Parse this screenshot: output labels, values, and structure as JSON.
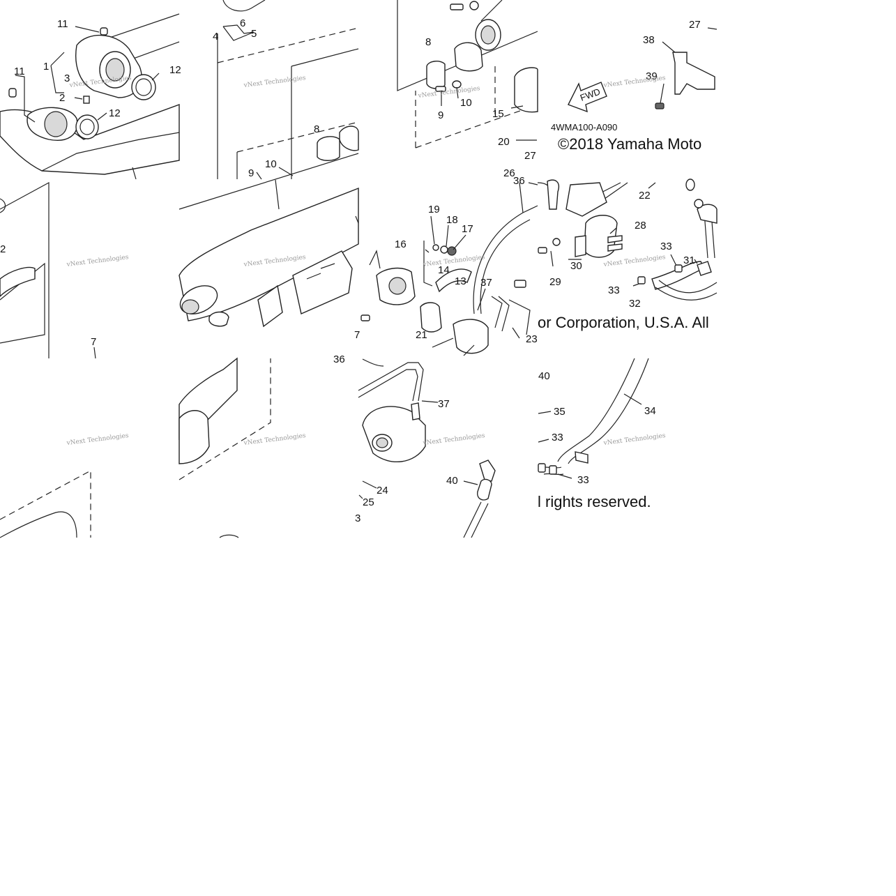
{
  "diagram": {
    "callouts": [
      {
        "id": "c11a",
        "text": "11"
      },
      {
        "id": "c1",
        "text": "1"
      },
      {
        "id": "c3",
        "text": "3"
      },
      {
        "id": "c2",
        "text": "2"
      },
      {
        "id": "c11b",
        "text": "11"
      },
      {
        "id": "c12a",
        "text": "12"
      },
      {
        "id": "c12b",
        "text": "12"
      },
      {
        "id": "c6",
        "text": "6"
      },
      {
        "id": "c4",
        "text": "4"
      },
      {
        "id": "c5",
        "text": "5"
      },
      {
        "id": "c8a",
        "text": "8"
      },
      {
        "id": "c10a",
        "text": "10"
      },
      {
        "id": "c9a",
        "text": "9"
      },
      {
        "id": "c8b",
        "text": "8"
      },
      {
        "id": "c9b",
        "text": "9"
      },
      {
        "id": "c10b",
        "text": "10"
      },
      {
        "id": "c15",
        "text": "15"
      },
      {
        "id": "c20",
        "text": "20"
      },
      {
        "id": "c27a",
        "text": "27"
      },
      {
        "id": "c27b",
        "text": "27"
      },
      {
        "id": "c38",
        "text": "38"
      },
      {
        "id": "c39",
        "text": "39"
      },
      {
        "id": "c2b",
        "text": "2"
      },
      {
        "id": "c7",
        "text": "7"
      },
      {
        "id": "c26",
        "text": "26"
      },
      {
        "id": "c36a",
        "text": "36"
      },
      {
        "id": "c22",
        "text": "22"
      },
      {
        "id": "c19",
        "text": "19"
      },
      {
        "id": "c18",
        "text": "18"
      },
      {
        "id": "c17",
        "text": "17"
      },
      {
        "id": "c16",
        "text": "16"
      },
      {
        "id": "c14",
        "text": "14"
      },
      {
        "id": "c13",
        "text": "13"
      },
      {
        "id": "c37a",
        "text": "37"
      },
      {
        "id": "c21",
        "text": "21"
      },
      {
        "id": "c23",
        "text": "23"
      },
      {
        "id": "c28",
        "text": "28"
      },
      {
        "id": "c33a",
        "text": "33"
      },
      {
        "id": "c31",
        "text": "31"
      },
      {
        "id": "c30",
        "text": "30"
      },
      {
        "id": "c29",
        "text": "29"
      },
      {
        "id": "c33b",
        "text": "33"
      },
      {
        "id": "c32",
        "text": "32"
      },
      {
        "id": "c36b",
        "text": "36"
      },
      {
        "id": "c37b",
        "text": "37"
      },
      {
        "id": "c24",
        "text": "24"
      },
      {
        "id": "c25",
        "text": "25"
      },
      {
        "id": "c40a",
        "text": "40"
      },
      {
        "id": "c40b",
        "text": "40"
      },
      {
        "id": "c35",
        "text": "35"
      },
      {
        "id": "c34",
        "text": "34"
      },
      {
        "id": "c33c",
        "text": "33"
      },
      {
        "id": "c33d",
        "text": "33"
      },
      {
        "id": "c7b",
        "text": "7"
      },
      {
        "id": "c3b",
        "text": "3"
      }
    ],
    "drawing_code": "4WMA100-A090",
    "copyright_part1": "©2018 Yamaha Moto",
    "copyright_part2": "or Corporation, U.S.A. All",
    "copyright_part3": "l rights reserved.",
    "fwd_label": "FWD",
    "watermark_text": "vNext Technologies"
  }
}
